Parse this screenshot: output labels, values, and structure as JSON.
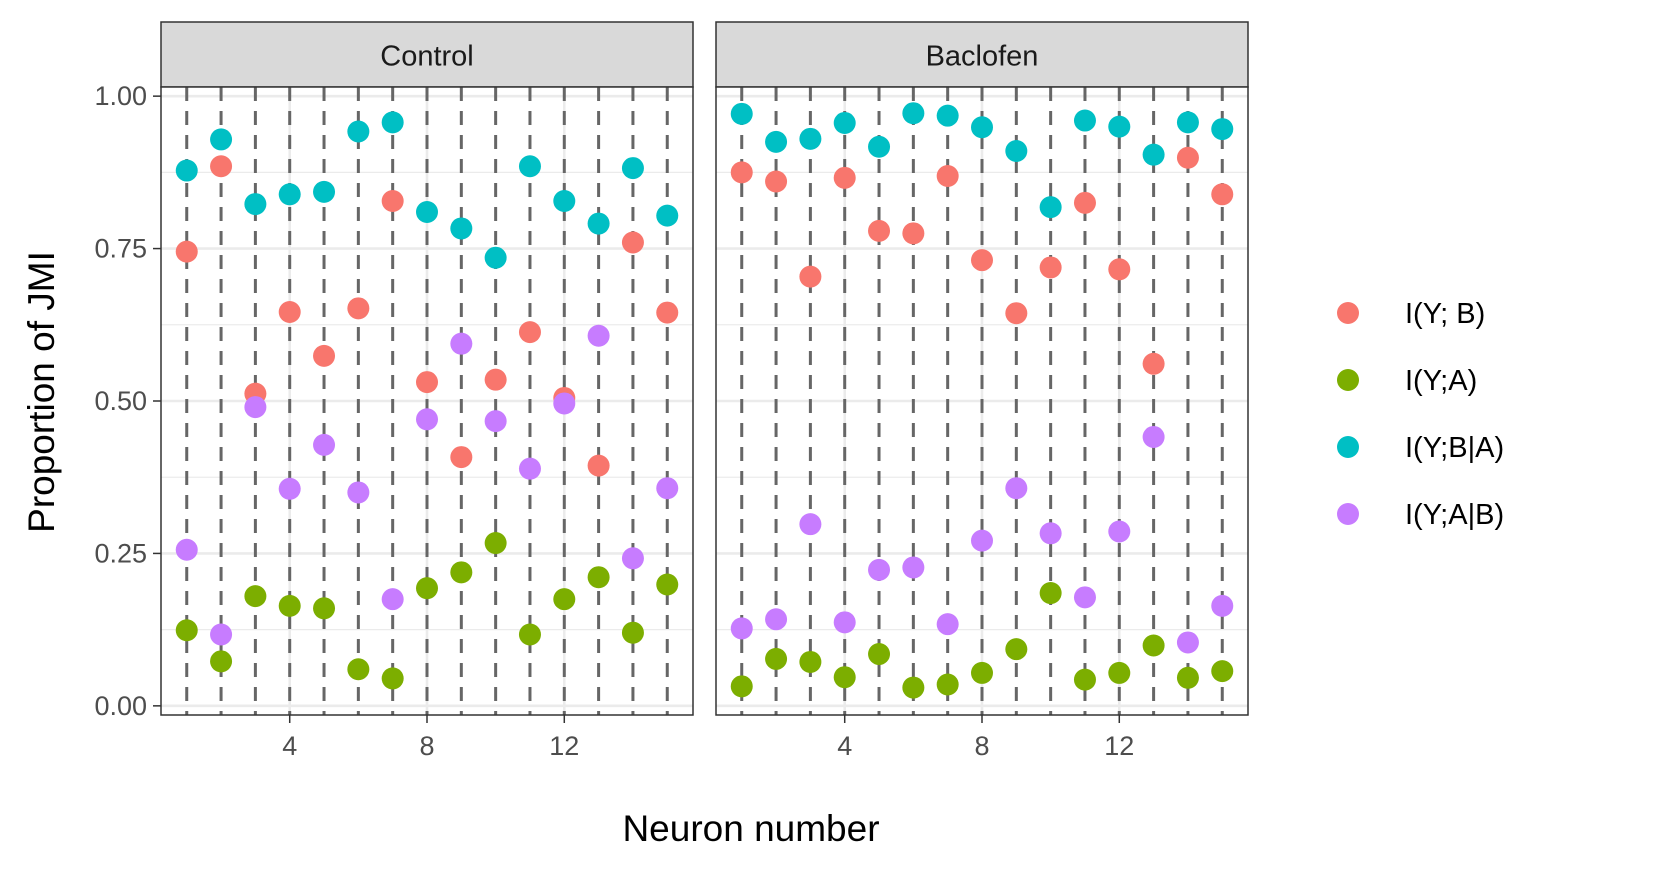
{
  "chart_data": {
    "type": "scatter",
    "xlabel": "Neuron number",
    "ylabel": "Proportion of JMI",
    "xlim": [
      0.25,
      15.75
    ],
    "ylim": [
      -0.015,
      1.015
    ],
    "x_ticks": [
      4,
      8,
      12
    ],
    "y_ticks": [
      0,
      0.25,
      0.5,
      0.75,
      1.0
    ],
    "y_tick_labels": [
      "0.00",
      "0.25",
      "0.50",
      "0.75",
      "1.00"
    ],
    "y_minor_gridlines": [
      0.125,
      0.375,
      0.625,
      0.875
    ],
    "vertical_dashed_lines_at": [
      1,
      2,
      3,
      4,
      5,
      6,
      7,
      8,
      9,
      10,
      11,
      12,
      13,
      14,
      15
    ],
    "grid": true,
    "legend_position": "right",
    "series": [
      {
        "name": "I(Y; B)",
        "color": "#F8766D"
      },
      {
        "name": "I(Y;A)",
        "color": "#7CAE00"
      },
      {
        "name": "I(Y;B|A)",
        "color": "#00BFC4"
      },
      {
        "name": "I(Y;A|B)",
        "color": "#C77CFF"
      }
    ],
    "panels": [
      {
        "title": "Control",
        "x": [
          1,
          2,
          3,
          4,
          5,
          6,
          7,
          8,
          9,
          10,
          11,
          12,
          13,
          14,
          15
        ],
        "values": {
          "I(Y; B)": [
            0.745,
            0.885,
            0.512,
            0.646,
            0.574,
            0.652,
            0.828,
            0.531,
            0.408,
            0.535,
            0.613,
            0.505,
            0.394,
            0.76,
            0.645
          ],
          "I(Y;A)": [
            0.124,
            0.073,
            0.18,
            0.164,
            0.16,
            0.06,
            0.045,
            0.193,
            0.219,
            0.267,
            0.117,
            0.175,
            0.211,
            0.12,
            0.199
          ],
          "I(Y;B|A)": [
            0.878,
            0.929,
            0.823,
            0.839,
            0.843,
            0.942,
            0.957,
            0.81,
            0.783,
            0.735,
            0.885,
            0.828,
            0.791,
            0.882,
            0.804
          ],
          "I(Y;A|B)": [
            0.256,
            0.117,
            0.49,
            0.356,
            0.428,
            0.35,
            0.175,
            0.47,
            0.594,
            0.467,
            0.389,
            0.496,
            0.607,
            0.242,
            0.357
          ]
        }
      },
      {
        "title": "Baclofen",
        "x": [
          1,
          2,
          3,
          4,
          5,
          6,
          7,
          8,
          9,
          10,
          11,
          12,
          13,
          14,
          15
        ],
        "values": {
          "I(Y; B)": [
            0.875,
            0.86,
            0.704,
            0.866,
            0.779,
            0.775,
            0.869,
            0.731,
            0.644,
            0.719,
            0.825,
            0.716,
            0.561,
            0.899,
            0.839
          ],
          "I(Y;A)": [
            0.032,
            0.077,
            0.072,
            0.047,
            0.085,
            0.03,
            0.035,
            0.054,
            0.093,
            0.185,
            0.043,
            0.054,
            0.099,
            0.046,
            0.057
          ],
          "I(Y;B|A)": [
            0.971,
            0.925,
            0.93,
            0.956,
            0.917,
            0.972,
            0.968,
            0.949,
            0.91,
            0.818,
            0.96,
            0.95,
            0.904,
            0.957,
            0.946
          ],
          "I(Y;A|B)": [
            0.127,
            0.142,
            0.298,
            0.137,
            0.223,
            0.227,
            0.134,
            0.271,
            0.357,
            0.283,
            0.178,
            0.286,
            0.441,
            0.104,
            0.164
          ]
        }
      }
    ]
  }
}
